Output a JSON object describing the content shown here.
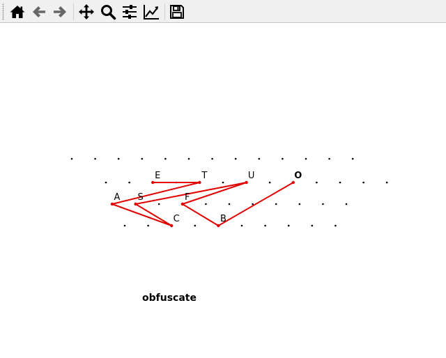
{
  "toolbar": {
    "buttons": [
      {
        "name": "home-button",
        "icon": "home-icon"
      },
      {
        "name": "back-button",
        "icon": "arrow-left-icon"
      },
      {
        "name": "forward-button",
        "icon": "arrow-right-icon"
      },
      {
        "name": "pan-button",
        "icon": "move-arrows-icon"
      },
      {
        "name": "zoom-button",
        "icon": "magnifier-icon"
      },
      {
        "name": "configure-subplots-button",
        "icon": "sliders-icon"
      },
      {
        "name": "edit-axes-button",
        "icon": "line-chart-icon"
      },
      {
        "name": "save-button",
        "icon": "floppy-disk-icon"
      }
    ]
  },
  "figure": {
    "caption": "obfuscate",
    "path_color": "#e00000",
    "dot_color": "#000000",
    "keyboard_rows": [
      {
        "row": 0,
        "count": 13
      },
      {
        "row": 1,
        "count": 13
      },
      {
        "row": 2,
        "count": 11
      },
      {
        "row": 3,
        "count": 10
      }
    ],
    "keys": [
      {
        "label": "E",
        "row": 1,
        "col": 2,
        "bold": false
      },
      {
        "label": "T",
        "row": 1,
        "col": 4,
        "bold": false
      },
      {
        "label": "U",
        "row": 1,
        "col": 6,
        "bold": false
      },
      {
        "label": "O",
        "row": 1,
        "col": 8,
        "bold": true
      },
      {
        "label": "A",
        "row": 2,
        "col": 0,
        "bold": false
      },
      {
        "label": "S",
        "row": 2,
        "col": 1,
        "bold": false
      },
      {
        "label": "F",
        "row": 2,
        "col": 3,
        "bold": false
      },
      {
        "label": "C",
        "row": 3,
        "col": 2,
        "bold": false
      },
      {
        "label": "B",
        "row": 3,
        "col": 4,
        "bold": false
      }
    ],
    "path_sequence": [
      "O",
      "B",
      "F",
      "U",
      "S",
      "C",
      "A",
      "T",
      "E"
    ]
  }
}
